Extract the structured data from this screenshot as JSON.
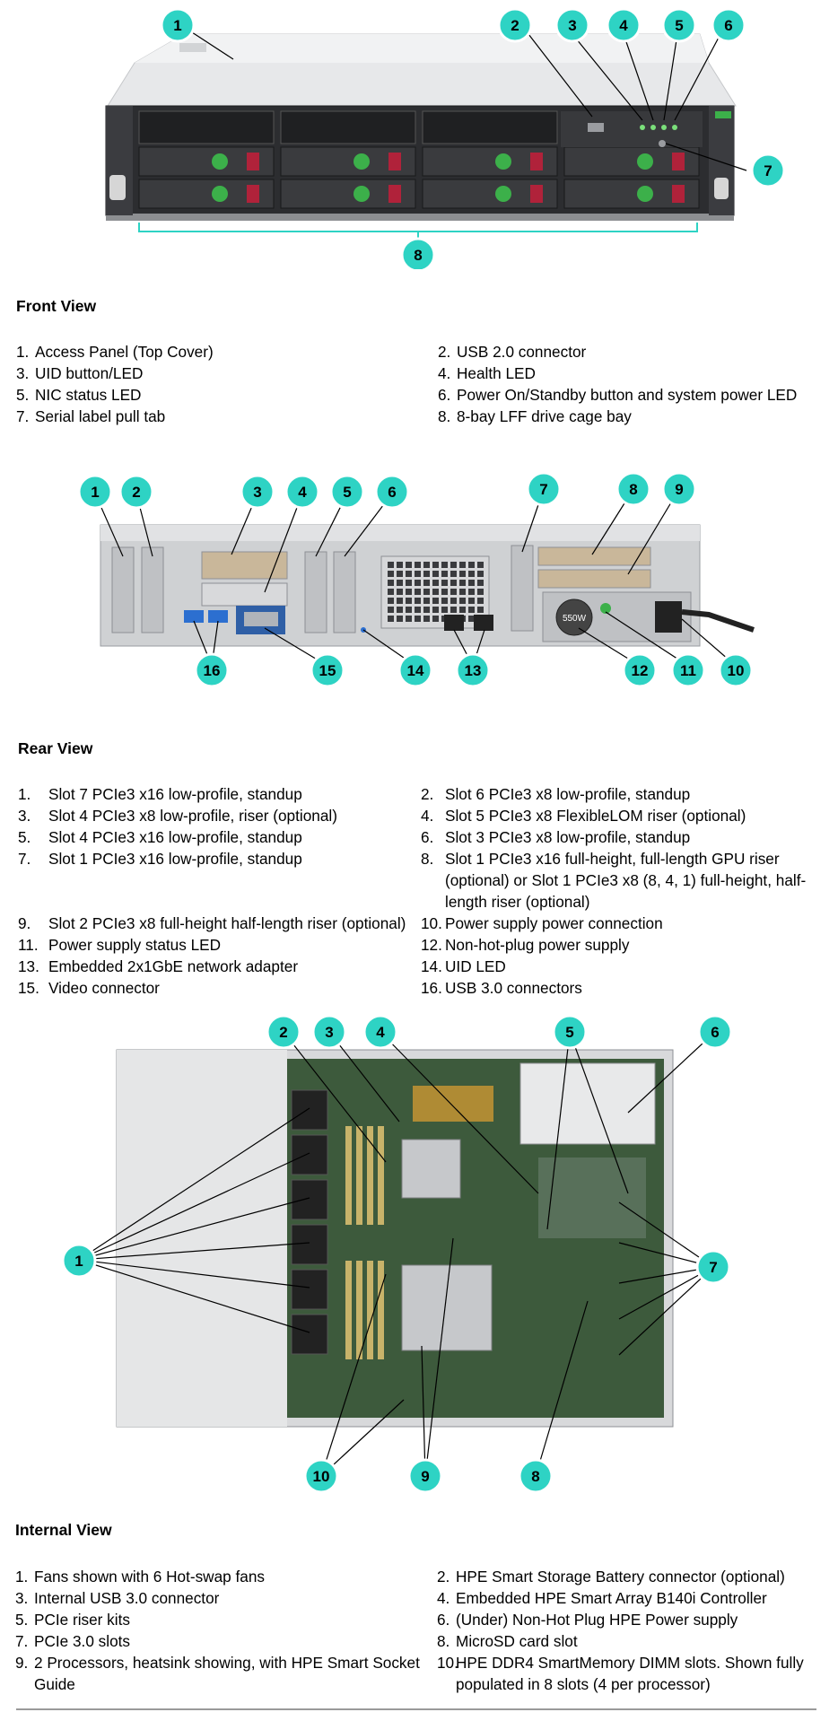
{
  "front": {
    "title": "Front View",
    "callouts": [
      "1",
      "2",
      "3",
      "4",
      "5",
      "6",
      "7",
      "8"
    ],
    "items": [
      {
        "n": "1.",
        "t": "Access Panel (Top Cover)"
      },
      {
        "n": "2.",
        "t": "USB 2.0 connector"
      },
      {
        "n": "3.",
        "t": "UID button/LED"
      },
      {
        "n": "4.",
        "t": "Health LED"
      },
      {
        "n": "5.",
        "t": "NIC status LED"
      },
      {
        "n": "6.",
        "t": "Power On/Standby button and system power LED"
      },
      {
        "n": "7.",
        "t": "Serial label pull tab"
      },
      {
        "n": "8.",
        "t": "8-bay LFF drive cage bay"
      }
    ]
  },
  "rear": {
    "title": "Rear View",
    "callouts": [
      "1",
      "2",
      "3",
      "4",
      "5",
      "6",
      "7",
      "8",
      "9",
      "10",
      "11",
      "12",
      "13",
      "14",
      "15",
      "16"
    ],
    "psu_label": "550W",
    "items": [
      {
        "n": "1.",
        "t": "Slot 7 PCIe3 x16 low-profile, standup"
      },
      {
        "n": "2.",
        "t": "Slot 6 PCIe3 x8 low-profile, standup"
      },
      {
        "n": "3.",
        "t": "Slot 4 PCIe3 x8 low-profile, riser (optional)"
      },
      {
        "n": "4.",
        "t": "Slot 5 PCIe3 x8 FlexibleLOM riser (optional)"
      },
      {
        "n": "5.",
        "t": "Slot 4 PCIe3 x16 low-profile, standup"
      },
      {
        "n": "6.",
        "t": "Slot 3 PCIe3 x8 low-profile, standup"
      },
      {
        "n": "7.",
        "t": "Slot 1 PCIe3 x16 low-profile, standup"
      },
      {
        "n": "8.",
        "t": "Slot 1 PCIe3 x16 full-height, full-length GPU riser (optional) or Slot 1 PCIe3 x8 (8, 4, 1) full-height, half-length riser (optional)"
      },
      {
        "n": "9.",
        "t": "Slot 2 PCIe3 x8 full-height half-length riser (optional)"
      },
      {
        "n": "10.",
        "t": "Power supply power connection"
      },
      {
        "n": "11.",
        "t": "Power supply status LED"
      },
      {
        "n": "12.",
        "t": "Non-hot-plug power supply"
      },
      {
        "n": "13.",
        "t": "Embedded 2x1GbE network adapter"
      },
      {
        "n": "14.",
        "t": "UID LED"
      },
      {
        "n": "15.",
        "t": "Video connector"
      },
      {
        "n": "16.",
        "t": "USB 3.0 connectors"
      }
    ]
  },
  "internal": {
    "title": "Internal View",
    "callouts": [
      "1",
      "2",
      "3",
      "4",
      "5",
      "6",
      "7",
      "8",
      "9",
      "10"
    ],
    "items": [
      {
        "n": "1.",
        "t": "Fans shown with 6 Hot-swap fans"
      },
      {
        "n": "2.",
        "t": "HPE Smart Storage Battery connector (optional)"
      },
      {
        "n": "3.",
        "t": "Internal USB 3.0 connector"
      },
      {
        "n": "4.",
        "t": "Embedded HPE Smart Array B140i Controller"
      },
      {
        "n": "5.",
        "t": "PCIe riser kits"
      },
      {
        "n": "6.",
        "t": "(Under) Non-Hot Plug HPE Power supply"
      },
      {
        "n": "7.",
        "t": "PCIe 3.0 slots"
      },
      {
        "n": "8.",
        "t": "MicroSD card slot"
      },
      {
        "n": "9.",
        "t": "2 Processors, heatsink showing, with HPE Smart Socket Guide"
      },
      {
        "n": "10.",
        "t": "HPE DDR4 SmartMemory DIMM slots. Shown fully populated in 8 slots (4 per processor)"
      }
    ]
  },
  "colors": {
    "callout_fill": "#2ed3c4",
    "callout_ring": "#ffffff",
    "callout_text": "#000000",
    "drive_handle": "#3cb04a",
    "drive_latch": "#b0223a"
  }
}
